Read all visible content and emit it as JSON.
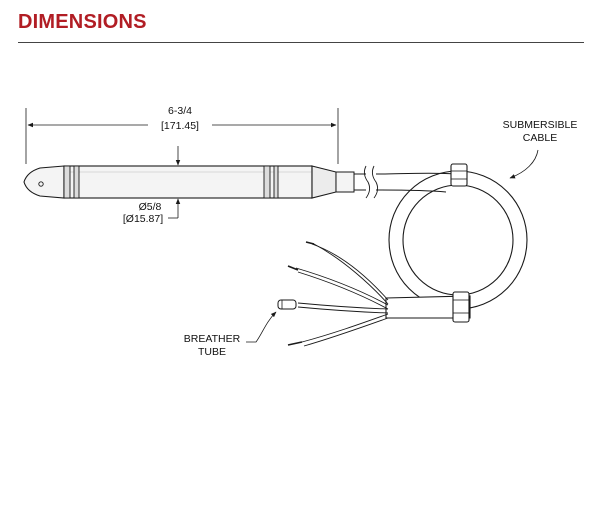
{
  "header": {
    "title": "DIMENSIONS",
    "title_color": "#b11d24"
  },
  "dimensions": {
    "length_in": "6-3/4",
    "length_mm": "[171.45]",
    "diameter_in": "Ø5/8",
    "diameter_mm": "[Ø15.87]"
  },
  "callouts": {
    "cable_line1": "SUBMERSIBLE",
    "cable_line2": "CABLE",
    "tube_line1": "BREATHER",
    "tube_line2": "TUBE"
  },
  "colors": {
    "line": "#1a1a1a",
    "body_fill": "#f4f4f4",
    "body_shade": "#dcdcdc"
  }
}
